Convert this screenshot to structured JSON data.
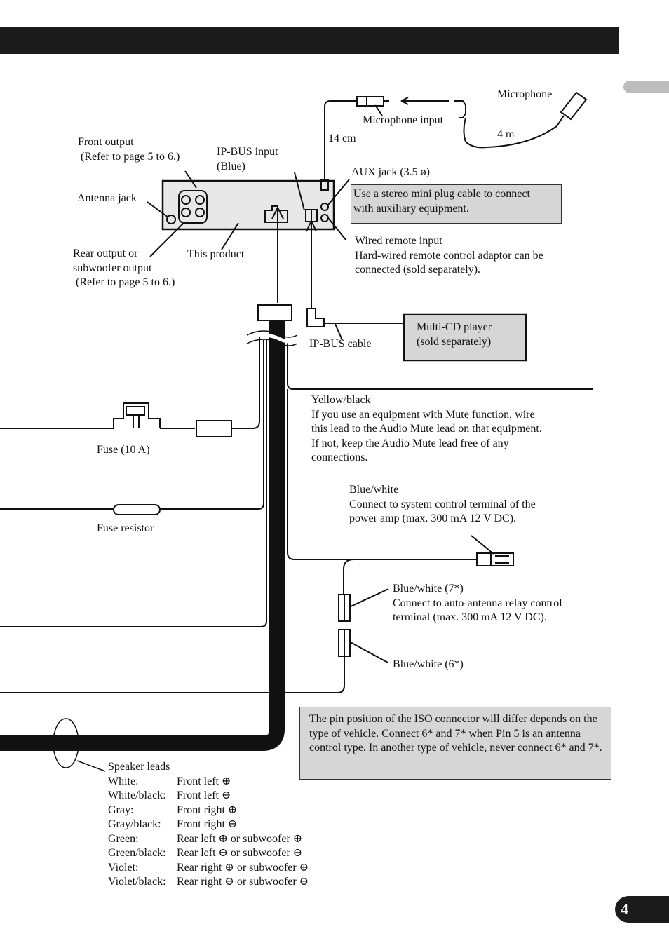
{
  "page": {
    "number": "4"
  },
  "labels": {
    "microphone": "Microphone",
    "microphone_input": "Microphone input",
    "len_4m": "4 m",
    "len_14cm": "14 cm",
    "front_output": "Front output\n (Refer to page 5 to 6.)",
    "ipbus_input": "IP-BUS input\n(Blue)",
    "aux_jack": "AUX jack (3.5 ø)",
    "antenna_jack": "Antenna jack",
    "rear_output": "Rear output or\nsubwoofer output\n (Refer to page 5 to 6.)",
    "this_product": "This product",
    "wired_remote": "Wired remote input\nHard-wired remote control adaptor can be\nconnected (sold separately).",
    "ipbus_cable": "IP-BUS cable",
    "yellow_black": "Yellow/black\nIf you use an equipment with Mute function, wire\nthis lead to the Audio Mute lead on that equipment.\nIf not, keep the Audio Mute lead free of any\nconnections.",
    "fuse": "Fuse (10 A)",
    "fuse_resistor": "Fuse resistor",
    "blue_white": "Blue/white\nConnect to system control terminal of the\npower amp (max. 300 mA 12 V DC).",
    "blue_white_7": "Blue/white (7*)\nConnect to auto-antenna relay control\nterminal (max. 300 mA 12 V DC).",
    "blue_white_6": "Blue/white (6*)"
  },
  "boxes": {
    "aux_note": "Use a stereo mini plug cable to connect\nwith auxiliary equipment.",
    "multi_cd": "Multi-CD player\n(sold separately)",
    "iso_note": "The pin position of the ISO connector will differ depends on the type of vehicle. Connect 6* and 7* when Pin 5 is an antenna control type. In another type of vehicle, never connect 6* and 7*."
  },
  "speaker_leads": {
    "title": "Speaker leads",
    "rows": [
      {
        "color": "White:",
        "desc": "Front left ⊕"
      },
      {
        "color": "White/black:",
        "desc": "Front left ⊖"
      },
      {
        "color": "Gray:",
        "desc": "Front right ⊕"
      },
      {
        "color": "Gray/black:",
        "desc": "Front right ⊖"
      },
      {
        "color": "Green:",
        "desc": "Rear left ⊕ or subwoofer ⊕"
      },
      {
        "color": "Green/black:",
        "desc": "Rear left ⊖ or subwoofer ⊖"
      },
      {
        "color": "Violet:",
        "desc": "Rear right ⊕ or subwoofer ⊕"
      },
      {
        "color": "Violet/black:",
        "desc": "Rear right ⊖ or subwoofer ⊖"
      }
    ]
  },
  "colors": {
    "bar": "#1b1b1b",
    "box_fill": "#d6d6d6",
    "tab": "#bdbdbd"
  }
}
